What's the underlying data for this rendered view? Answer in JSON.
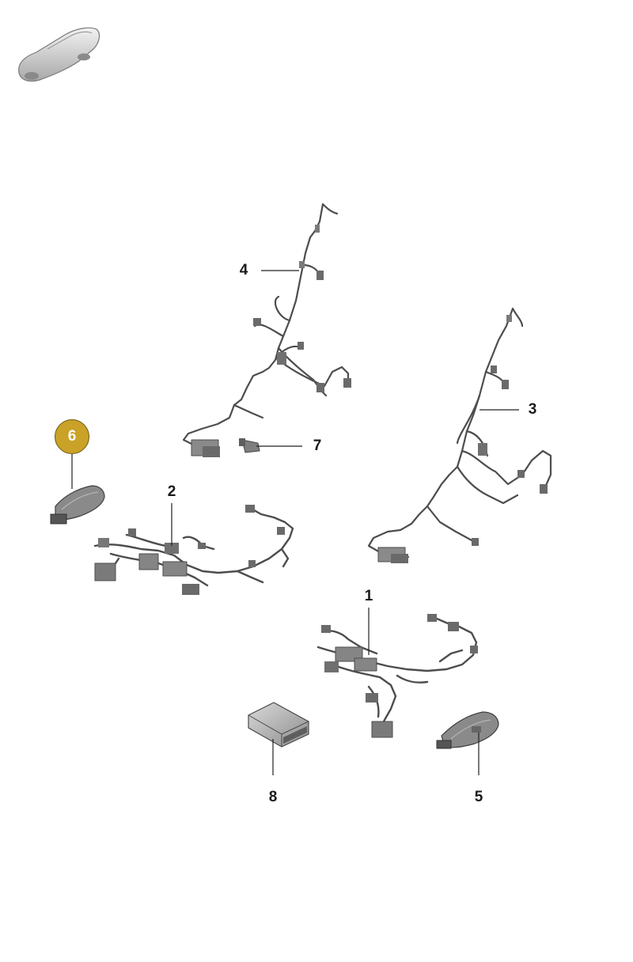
{
  "header": {
    "icon": "car-silhouette-icon"
  },
  "callouts": [
    {
      "id": "1",
      "label": "1",
      "highlighted": false
    },
    {
      "id": "2",
      "label": "2",
      "highlighted": false
    },
    {
      "id": "3",
      "label": "3",
      "highlighted": false
    },
    {
      "id": "4",
      "label": "4",
      "highlighted": false
    },
    {
      "id": "5",
      "label": "5",
      "highlighted": false
    },
    {
      "id": "6",
      "label": "6",
      "highlighted": true
    },
    {
      "id": "7",
      "label": "7",
      "highlighted": false
    },
    {
      "id": "8",
      "label": "8",
      "highlighted": false
    }
  ],
  "colors": {
    "highlight_badge": "#c9a227",
    "part_fill": "#9a9a9a",
    "part_dark": "#5a5a5a",
    "leader_line": "#222222"
  }
}
